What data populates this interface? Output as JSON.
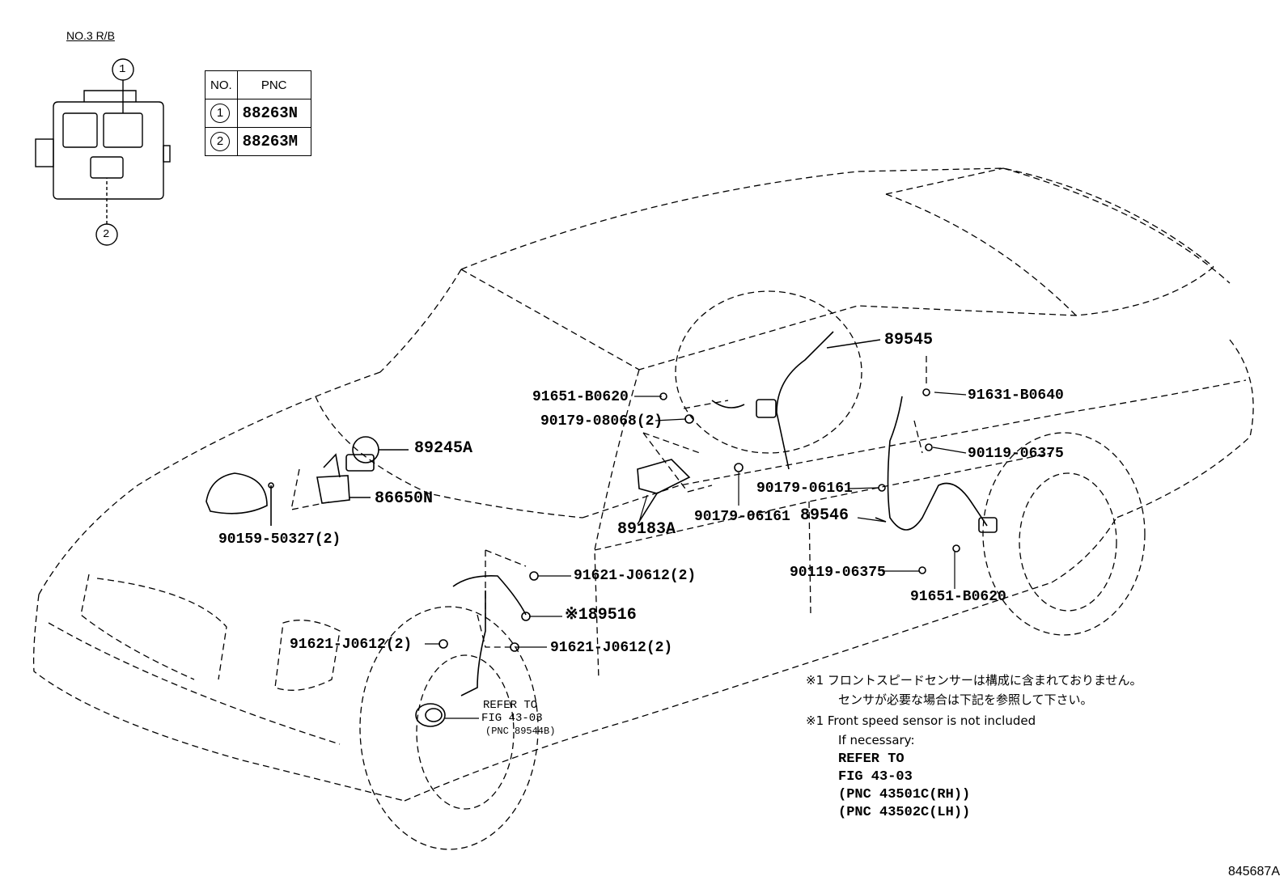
{
  "relay_block": {
    "title": "NO.3 R/B",
    "callout_1": "1",
    "callout_2": "2"
  },
  "pnc_table": {
    "header_no": "NO.",
    "header_pnc": "PNC",
    "rows": [
      {
        "no": "1",
        "pnc": "88263N"
      },
      {
        "no": "2",
        "pnc": "88263M"
      }
    ]
  },
  "parts": {
    "p89245A": "89245A",
    "p86650N": "86650N",
    "p90159": "90159-50327(2)",
    "p89183A": "89183A",
    "p90179_06161_a": "90179-06161",
    "p91651_B0620_a": "91651-B0620",
    "p90179_08068": "90179-08068(2)",
    "p89545": "89545",
    "p91631_B0640": "91631-B0640",
    "p90119_06375_a": "90119-06375",
    "p90179_06161_b": "90179-06161",
    "p89546": "89546",
    "p90119_06375_b": "90119-06375",
    "p91651_B0620_b": "91651-B0620",
    "p91621_a": "91621-J0612(2)",
    "p89516": "※189516",
    "p91621_b": "91621-J0612(2)",
    "p91621_c": "91621-J0612(2)",
    "refer_1": "REFER TO",
    "refer_2": "FIG 43-03",
    "refer_3": "(PNC 89544B)"
  },
  "notes": {
    "jp_line1": "※1 フロントスピードセンサーは構成に含まれておりません。",
    "jp_line2": "センサが必要な場合は下記を参照して下さい。",
    "en_line1": "※1 Front speed sensor is not included",
    "en_line2": "If necessary:",
    "refer_1": "REFER TO",
    "refer_2": "FIG 43-03",
    "refer_3": "(PNC 43501C(RH))",
    "refer_4": "(PNC 43502C(LH))"
  },
  "figure_id": "845687A"
}
